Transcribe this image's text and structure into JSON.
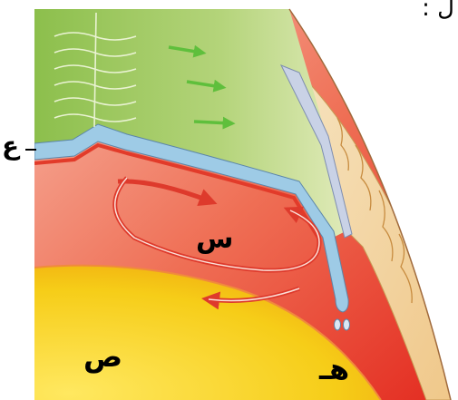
{
  "header_text": "ل :",
  "labels": {
    "crust_marker": "ع",
    "convection": "س",
    "core": "ص",
    "magma": "هـ"
  },
  "colors": {
    "plate_green": "#9cc65a",
    "ocean_crust_blue": "#9ecbe6",
    "mantle_red": "#ee5a3c",
    "core_yellow": "#f7d31d",
    "continent_tan": "#f1d29a",
    "arrow_red": "#de3a2c",
    "arrow_green": "#5fbf3c"
  }
}
